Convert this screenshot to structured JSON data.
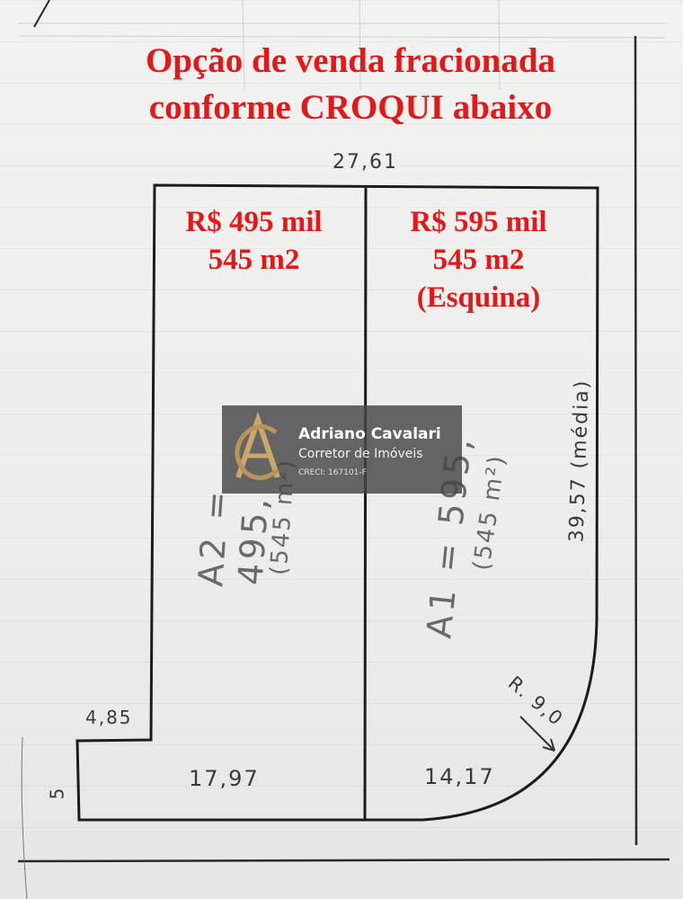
{
  "title": {
    "line1": "Opção de venda fracionada",
    "line2": "conforme CROQUI abaixo"
  },
  "lots": {
    "left": {
      "price": "R$ 495 mil",
      "area": "545 m2"
    },
    "right": {
      "price": "R$ 595 mil",
      "area": "545 m2",
      "note": "(Esquina)"
    }
  },
  "sketch": {
    "top_width": "27,61",
    "step_width": "4,85",
    "step_height": "5",
    "left_bottom": "17,97",
    "right_bottom": "14,17",
    "side": "39,57 (média)",
    "radius": "R. 9,0",
    "a2_label": "A2 = 495,",
    "a2_area": "(545 m²)",
    "a1_label": "A1 = 595,",
    "a1_area": "(545 m²)"
  },
  "watermark": {
    "name": "Adriano Cavalari",
    "role": "Corretor de Imóveis",
    "creci": "CRECI: 167101-F",
    "icon": "ac-monogram-icon"
  },
  "colors": {
    "title_red": "#e41818",
    "ink": "#1c1c1c",
    "logo_gold": "#c9a86a"
  }
}
